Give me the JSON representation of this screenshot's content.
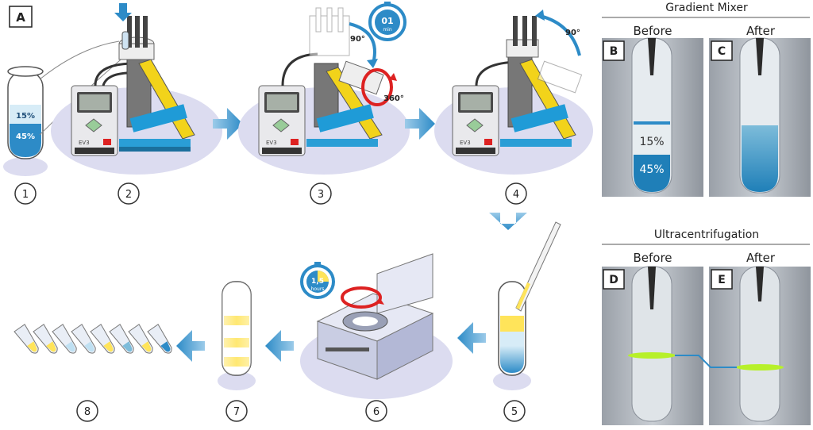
{
  "panels": {
    "a": "A",
    "b": "B",
    "c": "C",
    "d": "D",
    "e": "E"
  },
  "steps": [
    "1",
    "2",
    "3",
    "4",
    "5",
    "6",
    "7",
    "8"
  ],
  "tube1": {
    "top_label": "15%",
    "bottom_label": "45%"
  },
  "step3": {
    "timer": "01",
    "timer_unit": "min",
    "angle": "90°",
    "rotation": "360°"
  },
  "step4": {
    "angle": "90°"
  },
  "step6": {
    "timer": "1,5",
    "timer_unit": "hours"
  },
  "brick_label": "EV3",
  "gradient_mixer": {
    "title": "Gradient Mixer",
    "before": "Before",
    "after": "After",
    "before_top": "15%",
    "before_bottom": "45%"
  },
  "ultracentrifugation": {
    "title": "Ultracentrifugation",
    "before": "Before",
    "after": "After"
  },
  "colors": {
    "blue": "#2d8bc7",
    "dark_blue": "#1f6fae",
    "yellow": "#ffe45a",
    "lavender": "#dcdcf0",
    "green_band": "#b7f02a"
  }
}
